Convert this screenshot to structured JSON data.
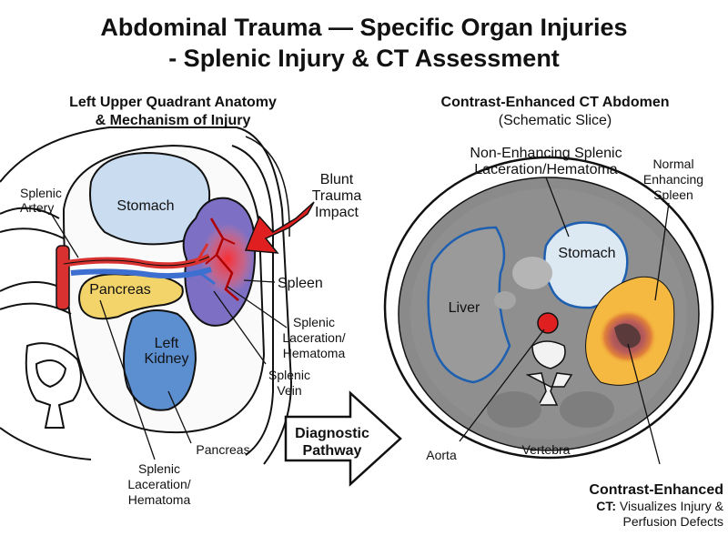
{
  "title": {
    "line1": "Abdominal Trauma — Specific Organ Injuries",
    "line2": "- Splenic Injury & CT Assessment"
  },
  "left_panel": {
    "title_line1": "Left Upper Quadrant Anatomy",
    "title_line2": "& Mechanism of Injury",
    "labels": {
      "splenic_artery_1": "Splenic",
      "splenic_artery_2": "Artery",
      "stomach": "Stomach",
      "blunt_1": "Blunt",
      "blunt_2": "Trauma",
      "blunt_3": "Impact",
      "pancreas_inside": "Pancreas",
      "spleen": "Spleen",
      "left_kidney_1": "Left",
      "left_kidney_2": "Kidney",
      "lac1_1": "Splenic",
      "lac1_2": "Laceration/",
      "lac1_3": "Hematoma",
      "vein_1": "Splenic",
      "vein_2": "Vein",
      "pancreas_out": "Pancreas",
      "lac2_1": "Splenic",
      "lac2_2": "Laceration/",
      "lac2_3": "Hematoma"
    }
  },
  "center_arrow": {
    "line1": "Diagnostic",
    "line2": "Pathway"
  },
  "right_panel": {
    "title": "Contrast-Enhanced CT Abdomen",
    "subtitle": "(Schematic Slice)",
    "labels": {
      "nonenh_1": "Non-Enhancing Splenic",
      "nonenh_2": "Laceration/Hematoma",
      "normal_1": "Normal",
      "normal_2": "Enhancing",
      "normal_3": "Spleen",
      "stomach": "Stomach",
      "liver": "Liver",
      "aorta": "Aorta",
      "vertebra": "Vertebra",
      "ce_1": "Contrast-Enhanced",
      "ce_2a": "CT:",
      "ce_2b": " Visualizes Injury &",
      "ce_3": "Perfusion Defects"
    }
  },
  "colors": {
    "stomach": "#c9dcf0",
    "kidney": "#5b8fd0",
    "pancreas": "#f3d46a",
    "spleen": "#7c6fc4",
    "artery": "#d93030",
    "vein": "#3d6fd0",
    "impact_arrow": "#e02020",
    "enhancing_spleen": "#f5b840",
    "ct_gray": "#8a8a8a"
  }
}
